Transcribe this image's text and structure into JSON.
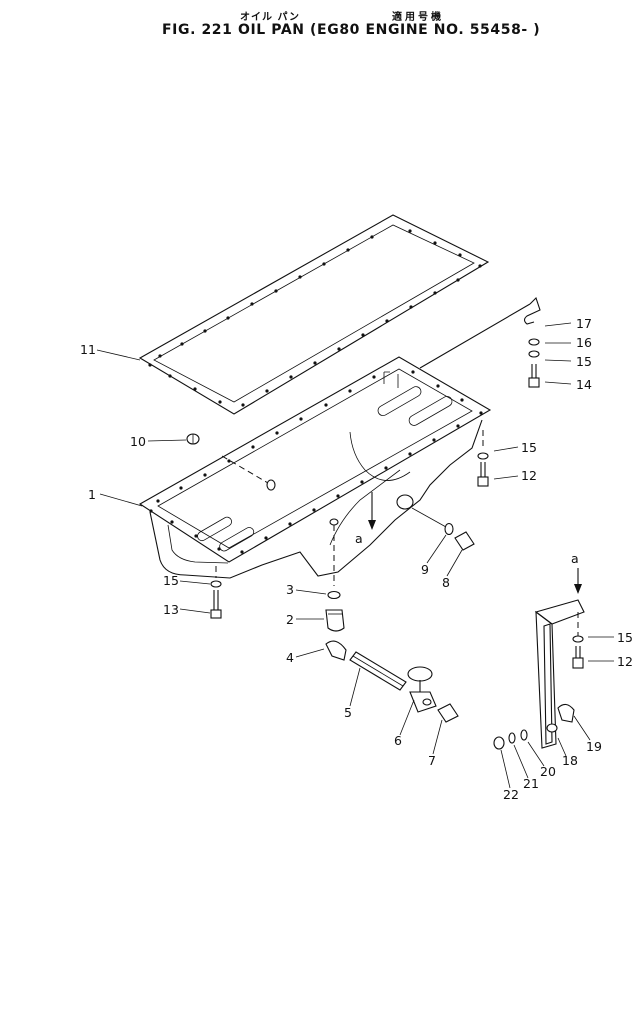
{
  "header": {
    "jp_part_name": "オイル パン",
    "jp_applicable": "適用号機",
    "title": "FIG. 221  OIL PAN (EG80 ENGINE NO. 55458- )"
  },
  "view_labels": {
    "view_a_1": "a",
    "view_a_2": "a"
  },
  "callouts": [
    "1",
    "2",
    "3",
    "4",
    "5",
    "6",
    "7",
    "8",
    "9",
    "10",
    "11",
    "12",
    "13",
    "14",
    "15",
    "16",
    "17",
    "18",
    "19",
    "20",
    "21",
    "22",
    "12",
    "15",
    "15",
    "15"
  ]
}
